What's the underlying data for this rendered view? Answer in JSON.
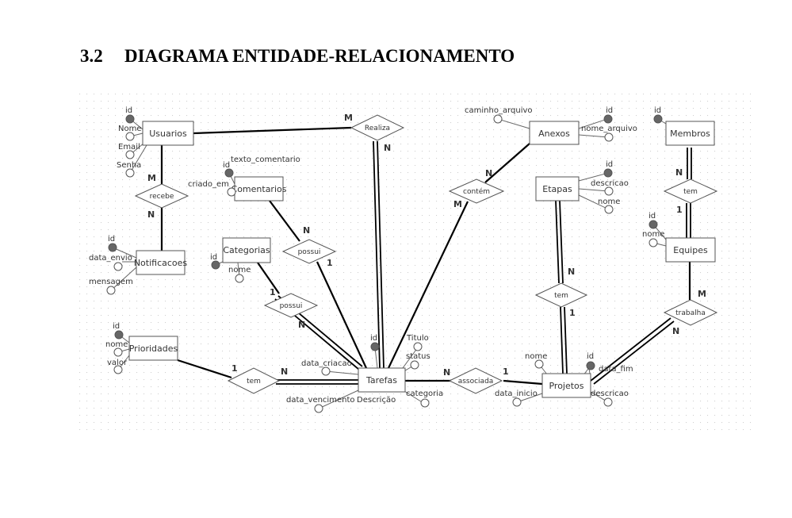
{
  "heading": {
    "number": "3.2",
    "title": "DIAGRAMA ENTIDADE-RELACIONAMENTO"
  },
  "entities": {
    "usuarios": "Usuarios",
    "notificacoes": "Notificacoes",
    "comentarios": "Comentarios",
    "categorias": "Categorias",
    "prioridades": "Prioridades",
    "tarefas": "Tarefas",
    "anexos": "Anexos",
    "etapas": "Etapas",
    "projetos": "Projetos",
    "membros": "Membros",
    "equipes": "Equipes"
  },
  "relationships": {
    "realiza": "Realiza",
    "recebe": "recebe",
    "possui_comentarios": "possui",
    "possui_categorias": "possui",
    "tem_prioridades": "tem",
    "contem": "contém",
    "tem_etapas": "tem",
    "associada": "associada",
    "tem_membros": "tem",
    "trabalha": "trabalha"
  },
  "attributes": {
    "usuarios": {
      "id": "id",
      "nome": "Nome",
      "email": "Email",
      "senha": "Senha"
    },
    "notificacoes": {
      "id": "id",
      "data_envio": "data_envio",
      "mensagem": "mensagem"
    },
    "comentarios": {
      "id": "id",
      "texto": "texto_comentario",
      "criado": "criado_em"
    },
    "categorias": {
      "id": "id",
      "nome": "nome"
    },
    "prioridades": {
      "id": "id",
      "nome": "nome",
      "valor": "valor"
    },
    "tarefas": {
      "id": "id",
      "titulo": "Titulo",
      "status": "status",
      "data_criacao": "data_criacao",
      "data_vencimento": "data_vencimento",
      "descricao": "Descrição",
      "categoria": "categoria"
    },
    "anexos": {
      "caminho": "caminho_arquivo",
      "id": "id",
      "nome": "nome_arquivo"
    },
    "etapas": {
      "id": "id",
      "descricao": "descricao",
      "nome": "nome"
    },
    "projetos": {
      "nome": "nome",
      "id": "id",
      "data_fim": "data_fim",
      "data_inicio": "data_inicio",
      "descricao": "descricao"
    },
    "membros": {
      "id": "id"
    },
    "equipes": {
      "id": "id",
      "nome": "nome"
    }
  },
  "cardinalities": {
    "realiza_usuarios": "M",
    "realiza_tarefas": "N",
    "recebe_usuarios": "M",
    "recebe_notificacoes": "N",
    "possui_com_comentarios": "N",
    "possui_com_tarefas": "1",
    "possui_cat_categorias": "1",
    "possui_cat_tarefas": "N",
    "tem_pri_prioridades": "1",
    "tem_pri_tarefas": "N",
    "contem_anexos": "N",
    "contem_tarefas": "M",
    "tem_eta_etapas": "N",
    "tem_eta_projetos": "1",
    "assoc_tarefas": "N",
    "assoc_projetos": "1",
    "tem_mem_membros": "N",
    "tem_mem_equipes": "1",
    "trab_equipes": "M",
    "trab_projetos": "N"
  }
}
